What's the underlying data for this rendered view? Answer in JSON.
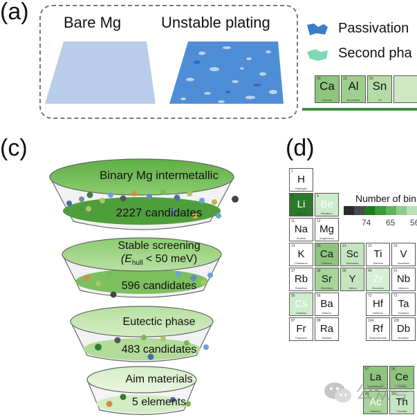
{
  "panel_a": {
    "label": "(a)",
    "bare_title": "Bare Mg",
    "unstable_title": "Unstable plating",
    "legend": [
      {
        "text": "Passivation",
        "color": "#3d7cc9"
      },
      {
        "text": "Second pha",
        "color": "#7fd8b4"
      }
    ],
    "elements": [
      {
        "symbol": "Ca",
        "number": "20",
        "name": "Calcium",
        "color": "#8fc47f"
      },
      {
        "symbol": "Al",
        "number": "13",
        "name": "Aluminium",
        "color": "#9fcf8f"
      },
      {
        "symbol": "Sn",
        "number": "50",
        "name": "Tin",
        "color": "#b6dba6"
      }
    ]
  },
  "panel_c": {
    "label": "(c)",
    "tiers": [
      {
        "title": "Binary Mg intermetallic",
        "count": "2227 candidates"
      },
      {
        "title": "Stable screening",
        "title2_pre": "(E",
        "title2_sub": "hull",
        "title2_post": " < 50 meV)",
        "count": "596 candidates"
      },
      {
        "title": "Eutectic phase",
        "count": "483 candidates"
      },
      {
        "title": "Aim materials",
        "count": "5 elements"
      }
    ]
  },
  "panel_d": {
    "label": "(d)",
    "colorbar_title": "Number of bin",
    "colorbar_ticks": [
      "74",
      "65",
      "56"
    ],
    "colorbar_colors": [
      "#2b2b2b",
      "#4a4a4a",
      "#1e7a1e",
      "#3a9b3a",
      "#5fb45f",
      "#8fcb8f",
      "#b9e0b9"
    ],
    "elements": [
      {
        "symbol": "H",
        "number": "1",
        "name": "Hydrogen",
        "color": "#ffffff",
        "row": 0,
        "col": 0
      },
      {
        "symbol": "Li",
        "number": "3",
        "name": "Lithium",
        "color": "#2a7a2a",
        "row": 1,
        "col": 0
      },
      {
        "symbol": "Be",
        "number": "4",
        "name": "Beryllium",
        "color": "#cdeccd",
        "row": 1,
        "col": 1
      },
      {
        "symbol": "Na",
        "number": "11",
        "name": "Sodium",
        "color": "#ffffff",
        "row": 2,
        "col": 0
      },
      {
        "symbol": "Mg",
        "number": "12",
        "name": "Magnesium",
        "color": "#ffffff",
        "row": 2,
        "col": 1
      },
      {
        "symbol": "K",
        "number": "19",
        "name": "Potassium",
        "color": "#ffffff",
        "row": 3,
        "col": 0
      },
      {
        "symbol": "Ca",
        "number": "20",
        "name": "Calcium",
        "color": "#8fc47f",
        "row": 3,
        "col": 1
      },
      {
        "symbol": "Sc",
        "number": "21",
        "name": "Scandium",
        "color": "#c5e4c0",
        "row": 3,
        "col": 2
      },
      {
        "symbol": "Ti",
        "number": "22",
        "name": "Titanium",
        "color": "#ffffff",
        "row": 3,
        "col": 3
      },
      {
        "symbol": "V",
        "number": "23",
        "name": "Vanadium",
        "color": "#ffffff",
        "row": 3,
        "col": 4
      },
      {
        "symbol": "Rb",
        "number": "37",
        "name": "Rubidium",
        "color": "#ffffff",
        "row": 4,
        "col": 0
      },
      {
        "symbol": "Sr",
        "number": "38",
        "name": "Strontium",
        "color": "#a8d49a",
        "row": 4,
        "col": 1
      },
      {
        "symbol": "Y",
        "number": "39",
        "name": "Yttrium",
        "color": "#c5e4c0",
        "row": 4,
        "col": 2
      },
      {
        "symbol": "Zr",
        "number": "40",
        "name": "Zirconium",
        "color": "#d5f0d5",
        "row": 4,
        "col": 3
      },
      {
        "symbol": "Nb",
        "number": "41",
        "name": "Niobium",
        "color": "#ffffff",
        "row": 4,
        "col": 4
      },
      {
        "symbol": "Cs",
        "number": "55",
        "name": "Caesium",
        "color": "#cdeccd",
        "row": 5,
        "col": 0
      },
      {
        "symbol": "Ba",
        "number": "56",
        "name": "Barium",
        "color": "#ffffff",
        "row": 5,
        "col": 1
      },
      {
        "symbol": "Hf",
        "number": "72",
        "name": "Hafnium",
        "color": "#ffffff",
        "row": 5,
        "col": 3
      },
      {
        "symbol": "Ta",
        "number": "73",
        "name": "Tantalum",
        "color": "#ffffff",
        "row": 5,
        "col": 4
      },
      {
        "symbol": "Fr",
        "number": "87",
        "name": "Francium",
        "color": "#ffffff",
        "row": 6,
        "col": 0
      },
      {
        "symbol": "Ra",
        "number": "88",
        "name": "Radium",
        "color": "#ffffff",
        "row": 6,
        "col": 1
      },
      {
        "symbol": "Rf",
        "number": "104",
        "name": "Rutherfordium",
        "color": "#ffffff",
        "row": 6,
        "col": 3
      },
      {
        "symbol": "Db",
        "number": "105",
        "name": "Dubnium",
        "color": "#ffffff",
        "row": 6,
        "col": 4
      }
    ],
    "f_block": [
      {
        "symbol": "La",
        "number": "57",
        "name": "Lanthanum",
        "color": "#8fc47f",
        "row": 0,
        "col": 0
      },
      {
        "symbol": "Ce",
        "number": "58",
        "name": "Cerium",
        "color": "#8fc47f",
        "row": 0,
        "col": 1
      },
      {
        "symbol": "Ac",
        "number": "89",
        "name": "Actinium",
        "color": "#a8d49a",
        "row": 1,
        "col": 0
      },
      {
        "symbol": "Th",
        "number": "90",
        "name": "Thorium",
        "color": "#c5e4c0",
        "row": 1,
        "col": 1
      }
    ]
  },
  "watermark": "公众号"
}
